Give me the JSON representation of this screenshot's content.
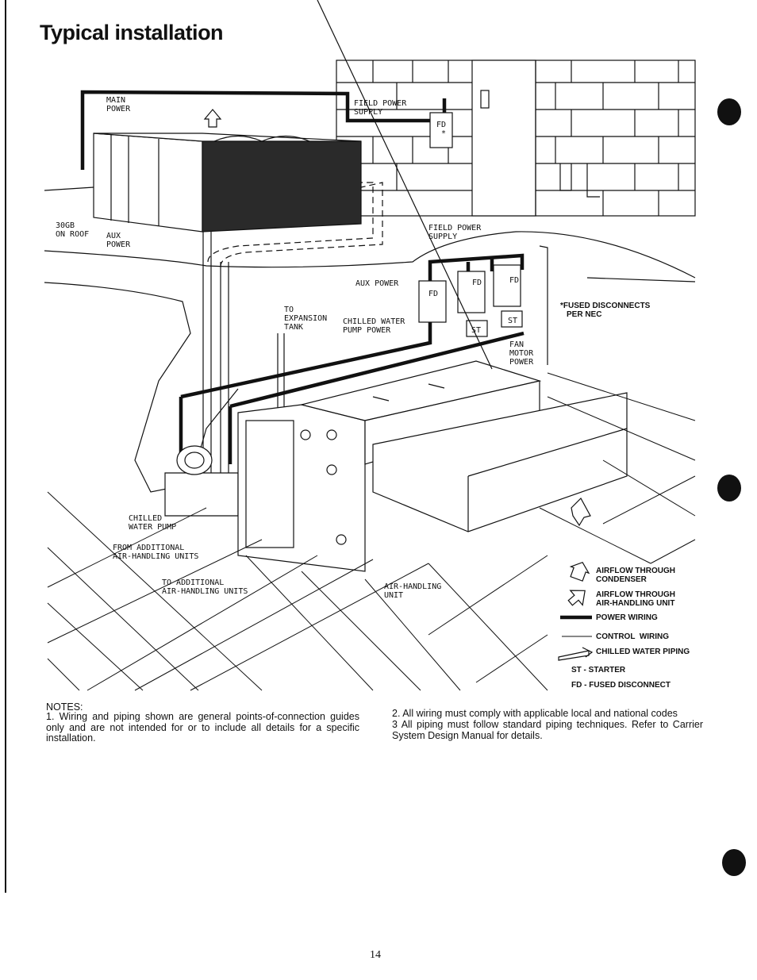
{
  "page": {
    "title": "Typical installation",
    "page_number": "14"
  },
  "labels": {
    "main_power": [
      "MAIN",
      "POWER"
    ],
    "field_power_supply_top": [
      "FIELD POWER",
      "SUPPLY"
    ],
    "unit_30gb": [
      "30GB",
      "ON ROOF"
    ],
    "aux_power_roof": [
      "AUX",
      "POWER"
    ],
    "field_power_supply_mid": [
      "FIELD POWER",
      "SUPPLY"
    ],
    "aux_power_mid": "AUX POWER",
    "to_expansion_tank": [
      "TO",
      "EXPANSION",
      "TANK"
    ],
    "chilled_water_pump_power": [
      "CHILLED WATER",
      "PUMP POWER"
    ],
    "fused_disconnects": [
      "*FUSED DISCONNECTS",
      "PER NEC"
    ],
    "fan_motor_power": [
      "FAN",
      "MOTOR",
      "POWER"
    ],
    "chilled_water_pump": [
      "CHILLED",
      "WATER PUMP"
    ],
    "from_additional": [
      "FROM ADDITIONAL",
      "AIR-HANDLING UNITS"
    ],
    "to_additional": [
      "TO ADDITIONAL",
      "AIR-HANDLING UNITS"
    ],
    "air_handling_unit": [
      "AIR-HANDLING",
      "UNIT"
    ],
    "fd": "FD",
    "st": "ST",
    "asterisk": "*"
  },
  "legend": {
    "airflow_condenser": "AIRFLOW THROUGH\nCONDENSER",
    "airflow_ahu": "AIRFLOW THROUGH\nAIR-HANDLING UNIT",
    "power_wiring": "POWER WIRING",
    "control_wiring": "CONTROL  WIRING",
    "chilled_water_piping": "CHILLED WATER PIPING",
    "st": "ST - STARTER",
    "fd": "FD - FUSED DISCONNECT"
  },
  "notes": {
    "heading": "NOTES:",
    "note1": "1. Wiring and piping shown are general points-of-connection guides only and are not intended for or to include all details for a specific installation.",
    "note2": "2. All wiring must comply with applicable local and national codes",
    "note3": "3  All piping must follow standard piping techniques. Refer to Carrier System Design Manual for details."
  }
}
